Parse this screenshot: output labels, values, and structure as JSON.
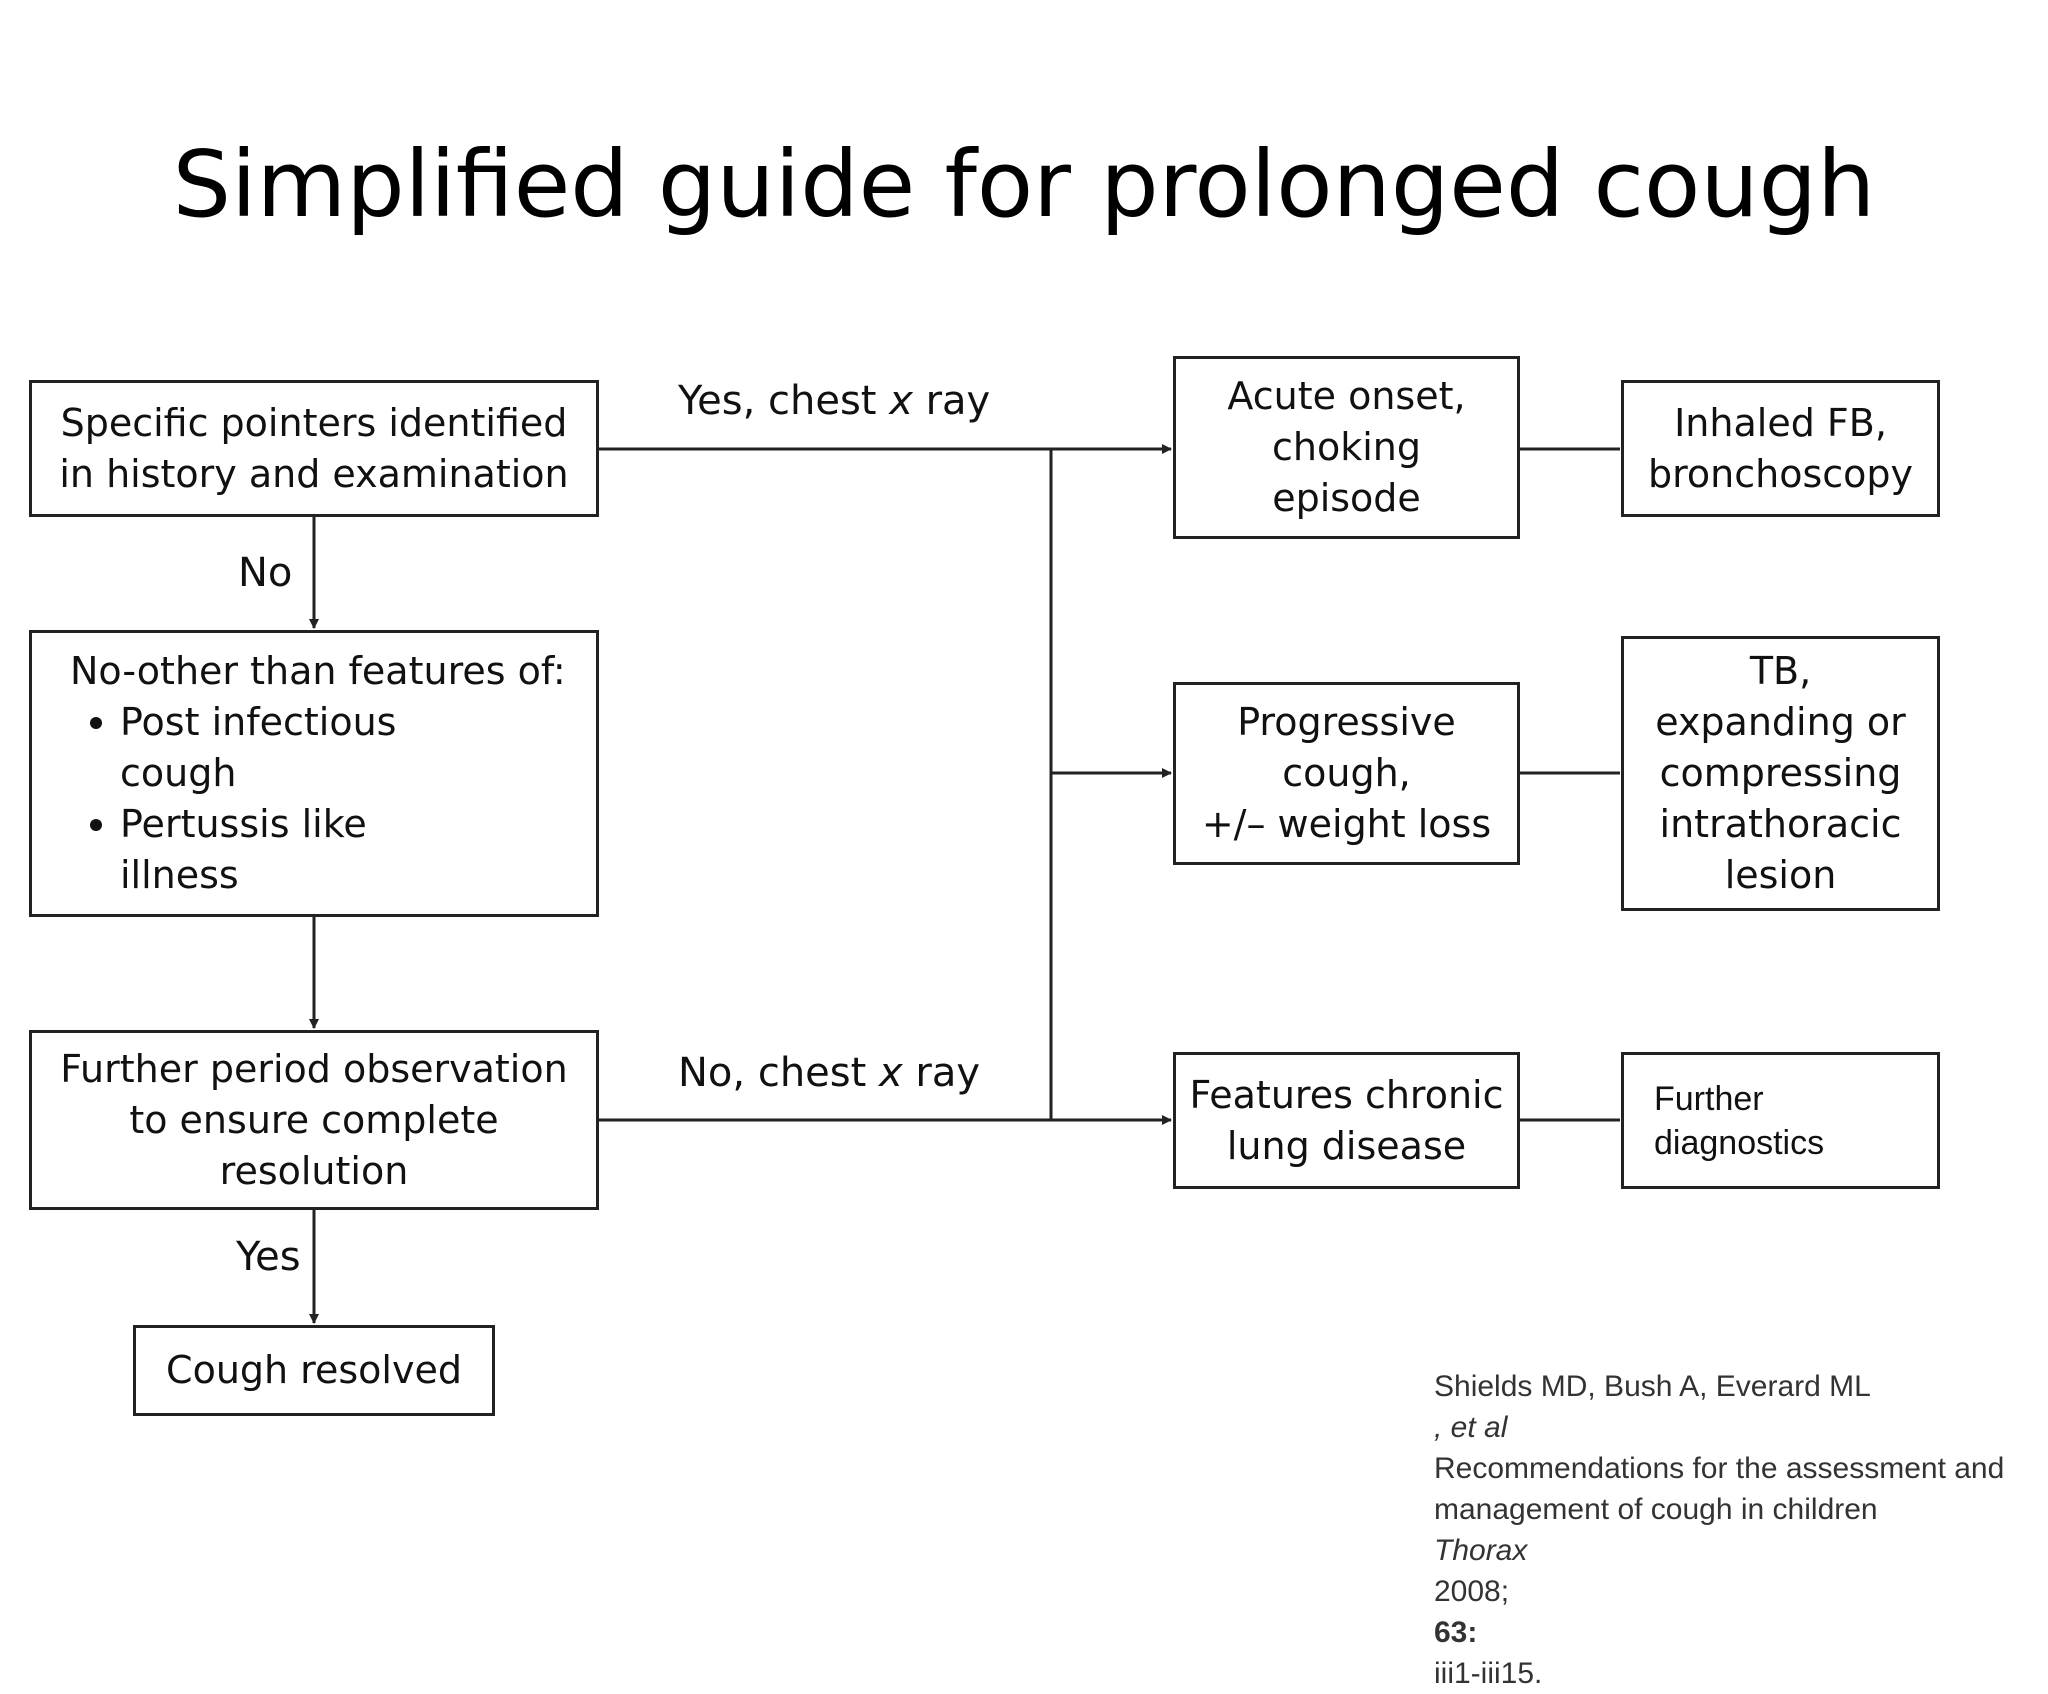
{
  "title": "Simplified guide for prolonged cough",
  "nodes": {
    "specific": [
      "Specific pointers identified",
      "in history and examination"
    ],
    "no_other": {
      "heading": "No-other than features of:",
      "bullets": [
        [
          "Post infectious",
          "cough"
        ],
        [
          "Pertussis like",
          "illness"
        ]
      ]
    },
    "further_obs": [
      "Further period observation",
      "to ensure complete",
      "resolution"
    ],
    "resolved": "Cough resolved",
    "acute": [
      "Acute onset,",
      "choking",
      "episode"
    ],
    "progressive": [
      "Progressive",
      "cough,",
      "+/– weight loss"
    ],
    "chronic": [
      "Features chronic",
      "lung disease"
    ],
    "inhaled": [
      "Inhaled FB,",
      "bronchoscopy"
    ],
    "tb": [
      "TB,",
      "expanding or",
      "compressing",
      "intrathoracic",
      "lesion"
    ],
    "further_diag": [
      "Further",
      "diagnostics"
    ]
  },
  "edge_labels": {
    "yes_chest": {
      "pre": "Yes, chest ",
      "it": "x",
      "post": " ray"
    },
    "no_chest": {
      "pre": "No, chest ",
      "it": "x",
      "post": " ray"
    },
    "no": "No",
    "yes": "Yes"
  },
  "citation": {
    "authors": "Shields MD, Bush A, Everard ML",
    "etal": ", et al",
    "line2": "Recommendations for the assessment and",
    "line3": "management of cough in children",
    "journal": "Thorax",
    "year": " 2008;",
    "volume": "63:",
    "pages": "iii1-iii15."
  }
}
